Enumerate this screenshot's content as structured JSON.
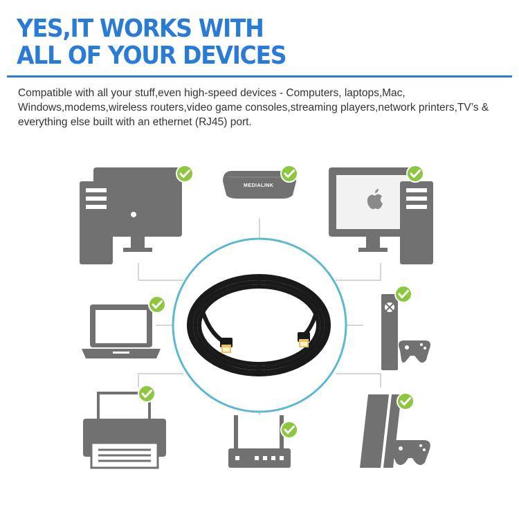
{
  "headline": {
    "line1": "YES,IT WORKS WITH",
    "line2": "ALL OF YOUR DEVICES"
  },
  "description": "Compatible with all your stuff,even high-speed devices - Computers, laptops,Mac, Windows,modems,wireless routers,video game consoles,streaming players,network printers,TV’s & everything else built with an ethernet (RJ45) port.",
  "router_brand": "MEDIALINK",
  "colors": {
    "accent": "#2a7bd6",
    "device_gray": "#717171",
    "check_green": "#8dc63f",
    "circle_border": "#5bb8d0",
    "connector_line": "#c8c8c8"
  },
  "devices": [
    {
      "name": "Windows desktop computer",
      "icon": "desktop-pc-icon",
      "compatible": true
    },
    {
      "name": "Router",
      "icon": "router-box-icon",
      "compatible": true
    },
    {
      "name": "Mac desktop computer",
      "icon": "apple-desktop-icon",
      "compatible": true
    },
    {
      "name": "Laptop",
      "icon": "laptop-icon",
      "compatible": true
    },
    {
      "name": "Xbox console",
      "icon": "xbox-console-icon",
      "compatible": true
    },
    {
      "name": "Printer",
      "icon": "printer-icon",
      "compatible": true
    },
    {
      "name": "Wireless router",
      "icon": "wifi-router-icon",
      "compatible": true
    },
    {
      "name": "PlayStation console",
      "icon": "playstation-console-icon",
      "compatible": true
    }
  ],
  "center_image": "ethernet-cable-icon"
}
